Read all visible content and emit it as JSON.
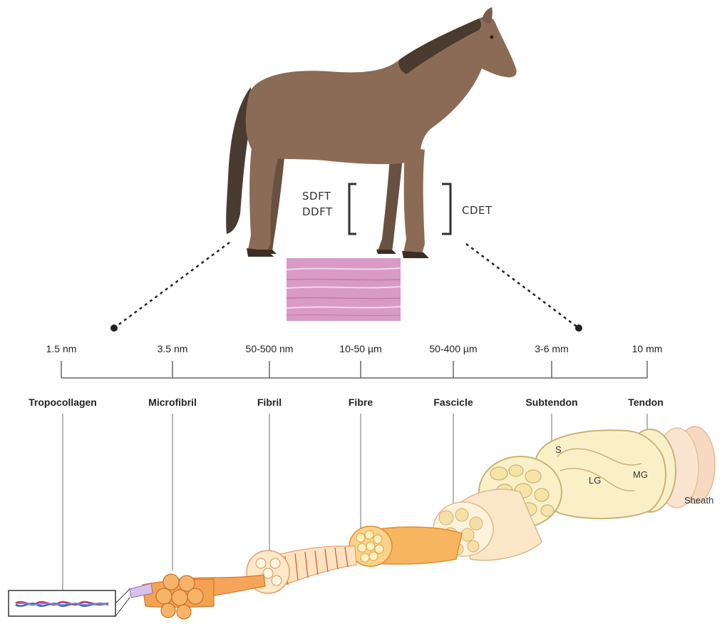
{
  "scale": {
    "sizes": [
      "1.5 nm",
      "3.5 nm",
      "50-500 nm",
      "10-50 µm",
      "50-400 µm",
      "3-6 mm",
      "10 mm"
    ],
    "levels": [
      "Tropocollagen",
      "Microfibril",
      "Fibril",
      "Fibre",
      "Fascicle",
      "Subtendon",
      "Tendon"
    ]
  },
  "horse": {
    "left_tendons": [
      "SDFT",
      "DDFT"
    ],
    "right_tendon": "CDET"
  },
  "tendon_parts": {
    "s": "S",
    "lg": "LG",
    "mg": "MG",
    "sheath": "Sheath"
  },
  "colors": {
    "horse_body": "#8b6b55",
    "horse_mane": "#4a3b30",
    "histology": "#d99ac6",
    "fiber_orange": "#f2a250",
    "cream": "#f5e6b8"
  }
}
